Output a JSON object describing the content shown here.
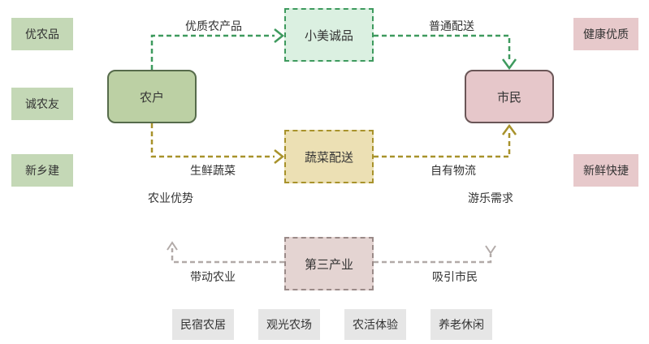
{
  "left_tags": [
    "优农品",
    "诚农友",
    "新乡建"
  ],
  "right_tags": [
    "健康优质",
    "新鲜快捷"
  ],
  "nodes": {
    "farmer": "农户",
    "xiaomei": "小美诚品",
    "citizen": "市民",
    "veg": "蔬菜配送",
    "tertiary": "第三产业"
  },
  "edge_labels": {
    "quality_products": "优质农产品",
    "regular_delivery": "普通配送",
    "fresh_veg": "生鲜蔬菜",
    "own_logistics": "自有物流",
    "agri_advantage": "农业优势",
    "leisure_demand": "游乐需求",
    "drive_agri": "带动农业",
    "attract_citizens": "吸引市民"
  },
  "bottom_tags": [
    "民宿农居",
    "观光农场",
    "农活体验",
    "养老休闲"
  ],
  "colors": {
    "green_flow": "#3e9a5e",
    "olive_flow": "#a8922b",
    "grey_flow": "#b2aaa8"
  }
}
